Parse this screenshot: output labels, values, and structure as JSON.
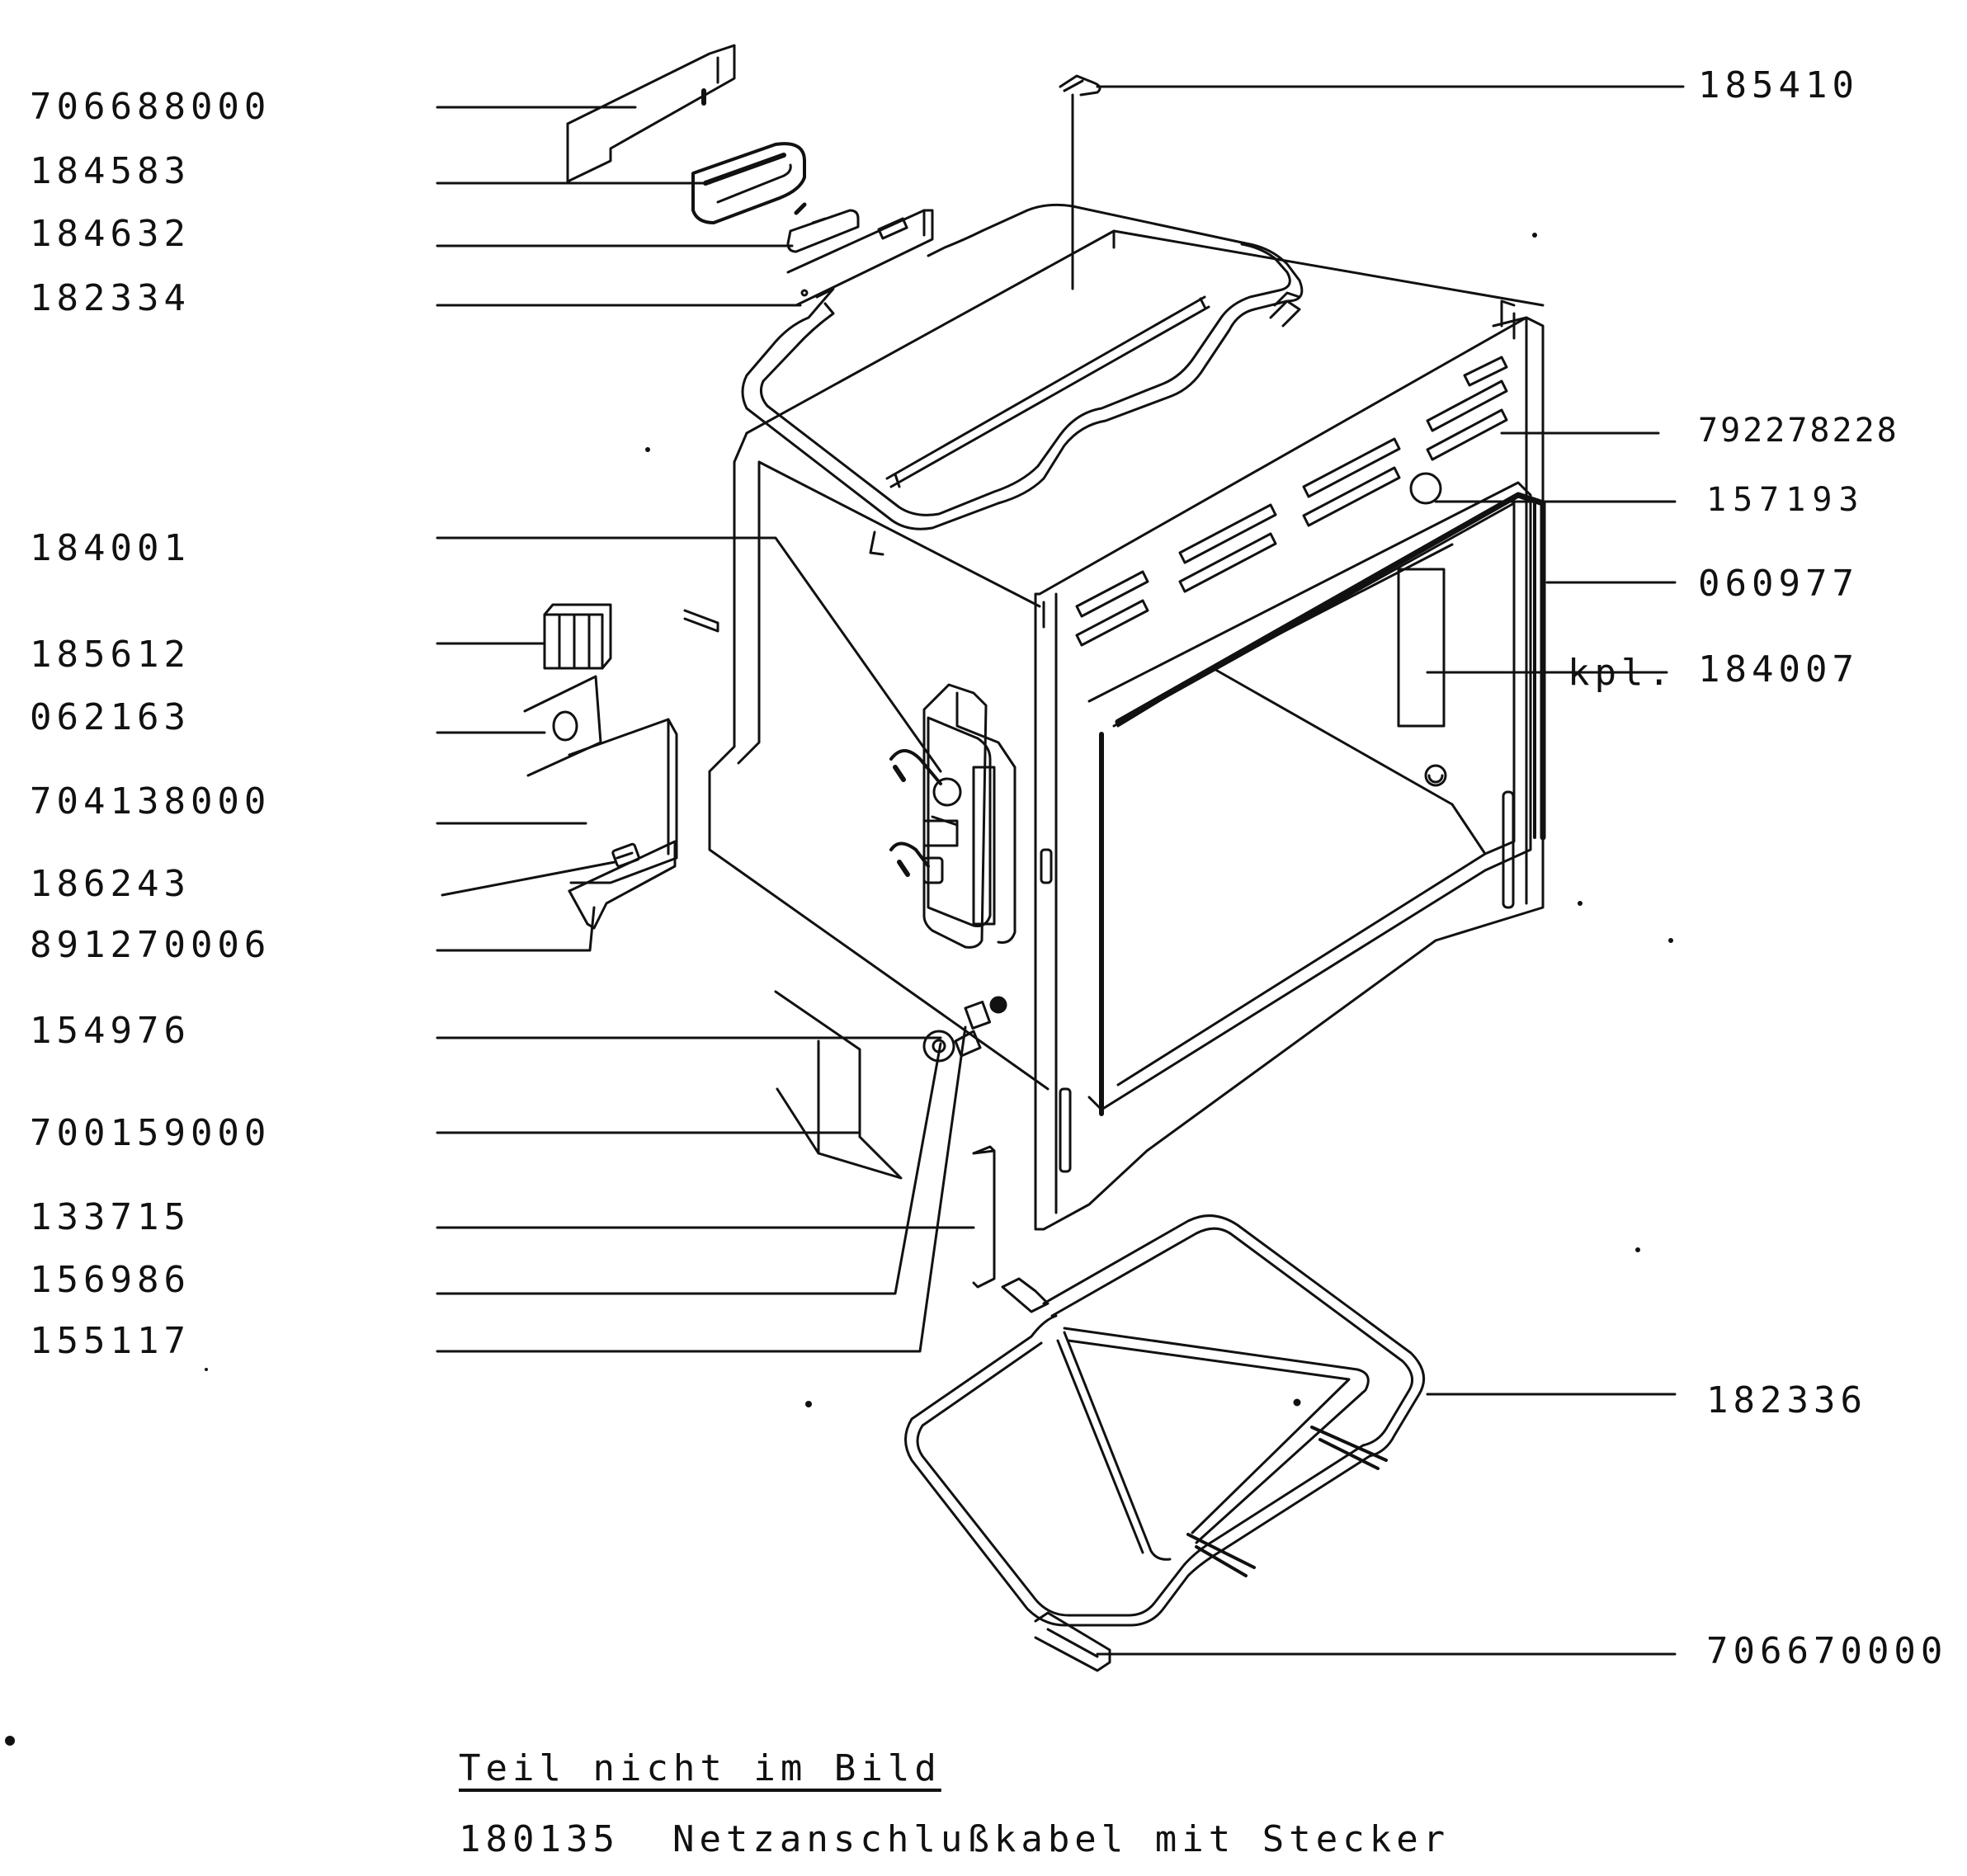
{
  "labels_left": [
    {
      "id": "706688000",
      "text": "706688000"
    },
    {
      "id": "184583",
      "text": "184583"
    },
    {
      "id": "184632",
      "text": "184632"
    },
    {
      "id": "182334",
      "text": "182334"
    },
    {
      "id": "184001",
      "text": "184001"
    },
    {
      "id": "185612",
      "text": "185612"
    },
    {
      "id": "062163",
      "text": "062163"
    },
    {
      "id": "704138000",
      "text": "704138000"
    },
    {
      "id": "186243",
      "text": "186243"
    },
    {
      "id": "891270006",
      "text": "891270006"
    },
    {
      "id": "154976",
      "text": "154976"
    },
    {
      "id": "700159000",
      "text": "700159000"
    },
    {
      "id": "133715",
      "text": "133715"
    },
    {
      "id": "156986",
      "text": "156986"
    },
    {
      "id": "155117",
      "text": "155117"
    }
  ],
  "labels_right": [
    {
      "id": "185410",
      "text": "185410"
    },
    {
      "id": "792278228",
      "text": "792278228"
    },
    {
      "id": "157193",
      "text": "157193"
    },
    {
      "id": "060977",
      "text": "060977"
    },
    {
      "id": "184007",
      "text": "184007"
    },
    {
      "id": "182336",
      "text": "182336"
    },
    {
      "id": "706670000",
      "text": "706670000"
    }
  ],
  "kpl_text": "kpl.",
  "footer": {
    "title": "Teil nicht im Bild",
    "part_number": "180135",
    "part_description": "Netzanschlußkabel mit Stecker"
  }
}
